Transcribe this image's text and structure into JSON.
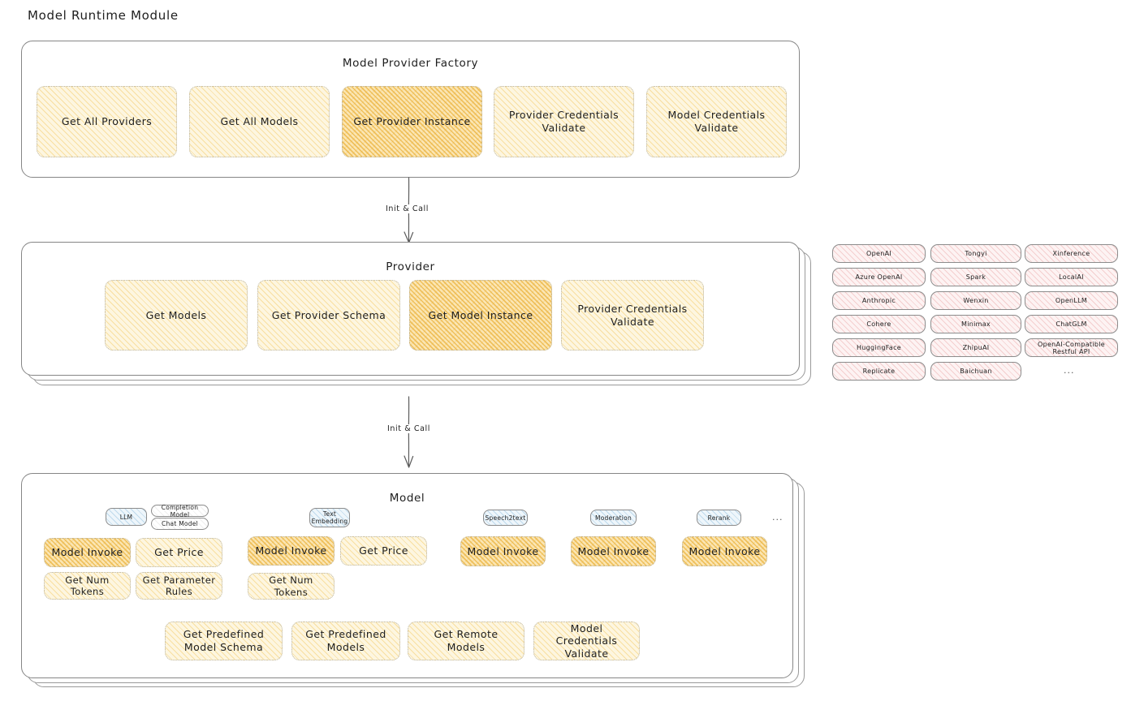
{
  "page": {
    "title": "Model Runtime Module"
  },
  "factory": {
    "title": "Model Provider Factory",
    "items": [
      {
        "label": "Get All Providers",
        "highlight": false
      },
      {
        "label": "Get All Models",
        "highlight": false
      },
      {
        "label": "Get Provider Instance",
        "highlight": true
      },
      {
        "label": "Provider Credentials Validate",
        "highlight": false
      },
      {
        "label": "Model Credentials Validate",
        "highlight": false
      }
    ]
  },
  "arrows": [
    {
      "label": "Init & Call"
    },
    {
      "label": "Init & Call"
    }
  ],
  "provider": {
    "title": "Provider",
    "items": [
      {
        "label": "Get Models",
        "highlight": false
      },
      {
        "label": "Get Provider Schema",
        "highlight": false
      },
      {
        "label": "Get Model Instance",
        "highlight": true
      },
      {
        "label": "Provider Credentials Validate",
        "highlight": false
      }
    ]
  },
  "provider_list": {
    "columns": [
      [
        "OpenAI",
        "Azure OpenAI",
        "Anthropic",
        "Cohere",
        "HuggingFace",
        "Replicate"
      ],
      [
        "Tongyi",
        "Spark",
        "Wenxin",
        "Minimax",
        "ZhipuAI",
        "Baichuan"
      ],
      [
        "Xinference",
        "LocalAI",
        "OpenLLM",
        "ChatGLM",
        "OpenAI-Compatible Restful API"
      ]
    ],
    "more": "..."
  },
  "model": {
    "title": "Model",
    "more": "...",
    "types": [
      {
        "tag": "LLM",
        "subtags": [
          "Completion Model",
          "Chat Model"
        ],
        "methods": [
          {
            "label": "Model Invoke",
            "highlight": true
          },
          {
            "label": "Get Price",
            "highlight": false
          },
          {
            "label": "Get Num Tokens",
            "highlight": false
          },
          {
            "label": "Get Parameter Rules",
            "highlight": false
          }
        ]
      },
      {
        "tag": "Text Embedding",
        "subtags": [],
        "methods": [
          {
            "label": "Model Invoke",
            "highlight": true
          },
          {
            "label": "Get Price",
            "highlight": false
          },
          {
            "label": "Get Num Tokens",
            "highlight": false
          }
        ]
      },
      {
        "tag": "Speech2text",
        "subtags": [],
        "methods": [
          {
            "label": "Model Invoke",
            "highlight": true
          }
        ]
      },
      {
        "tag": "Moderation",
        "subtags": [],
        "methods": [
          {
            "label": "Model Invoke",
            "highlight": true
          }
        ]
      },
      {
        "tag": "Rerank",
        "subtags": [],
        "methods": [
          {
            "label": "Model Invoke",
            "highlight": true
          }
        ]
      }
    ],
    "common_methods": [
      {
        "label": "Get Predefined Model Schema"
      },
      {
        "label": "Get Predefined Models"
      },
      {
        "label": "Get Remote Models"
      },
      {
        "label": "Model Credentials Validate"
      }
    ]
  },
  "colors": {
    "fill_yellow": "#fdf6e0",
    "fill_yellow_strong": "#fbe6b4",
    "fill_pink": "#fdf3f3",
    "fill_blue": "#eef6fb",
    "stroke": "#868686",
    "text": "#1e1e1e"
  }
}
